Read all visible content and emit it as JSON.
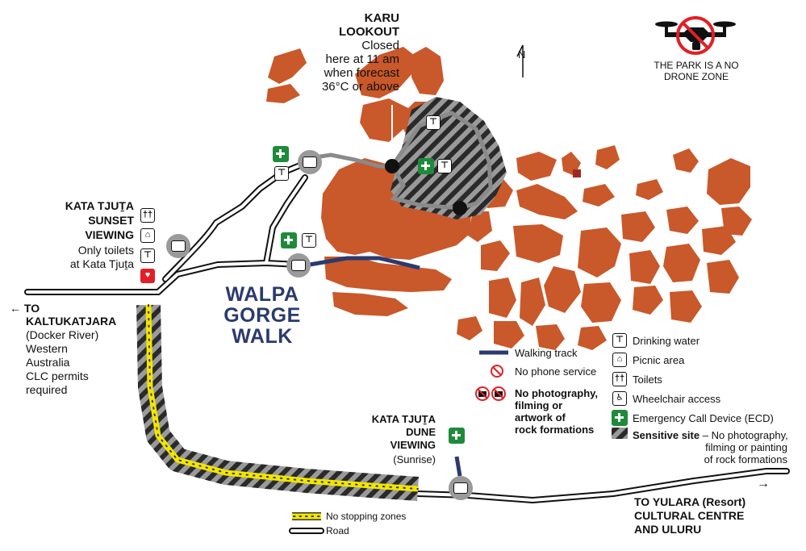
{
  "map": {
    "north_symbol": "N",
    "drone_notice": "THE PARK IS A NO DRONE ZONE",
    "karu": {
      "name_line1": "KARU",
      "name_line2": "LOOKOUT",
      "note_lines": [
        "Closed",
        "here at 11 am",
        "when forecast",
        "36°C or above"
      ]
    },
    "sunset": {
      "title_lines": [
        "KATA TJUṮA",
        "SUNSET",
        "VIEWING"
      ],
      "note_lines": [
        "Only toilets",
        "at Kata Tjuṯa"
      ]
    },
    "walpa": [
      "WALPA",
      "GORGE",
      "WALK"
    ],
    "west": {
      "arrow": "←",
      "title": "TO",
      "title2": "KALTUKATJARA",
      "note_lines": [
        "(Docker River)",
        "Western",
        "Australia",
        "CLC permits",
        "required"
      ]
    },
    "dune": {
      "title_lines": [
        "KATA TJUṮA",
        "DUNE",
        "VIEWING"
      ],
      "note": "(Sunrise)"
    },
    "east": {
      "arrow": "→",
      "lines": [
        "TO YULARA (Resort)",
        "CULTURAL CENTRE",
        "AND ULURU"
      ]
    }
  },
  "legend_left": {
    "walking_track": "Walking track",
    "no_phone": "No phone service",
    "no_photo_lines": [
      "No photography,",
      "filming or",
      "artwork of",
      "rock formations"
    ]
  },
  "legend_right": {
    "drinking_water": "Drinking water",
    "picnic_area": "Picnic area",
    "toilets": "Toilets",
    "wheelchair": "Wheelchair access",
    "ecd": "Emergency Call Device (ECD)",
    "sensitive_bold": "Sensitive site",
    "sensitive_rest": " – No photography,",
    "sensitive_lines": [
      "filming or painting",
      "of rock formations"
    ]
  },
  "legend_bottom": {
    "no_stopping": "No stopping zones",
    "road": "Road"
  },
  "colors": {
    "rock": "#c9582a",
    "track": "#2b3a6e",
    "road_outline": "#111111",
    "no_stopping": "#f2e600",
    "hatch_dark": "#2a2a2a",
    "hatch_light": "#9a9a9a",
    "ecd": "#1f8a3a"
  }
}
